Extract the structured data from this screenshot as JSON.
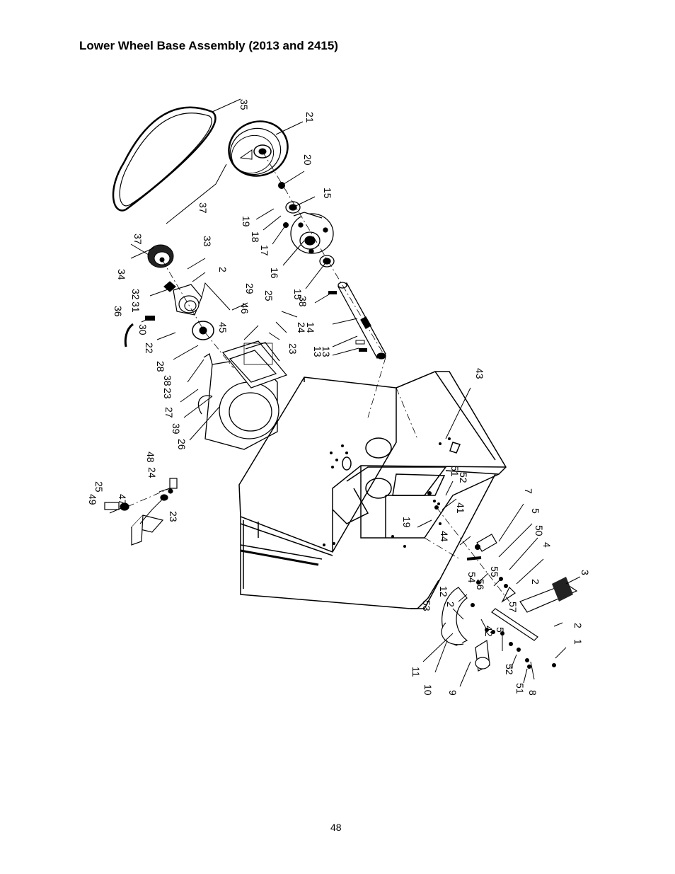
{
  "title": "Lower Wheel Base Assembly (2013 and 2415)",
  "page_number": "48",
  "callouts": {
    "c1": "1",
    "c2a": "2",
    "c2b": "2",
    "c2c": "2",
    "c2d": "2",
    "c3": "3",
    "c4": "4",
    "c5a": "5",
    "c5b": "5",
    "c7": "7",
    "c8": "8",
    "c9": "9",
    "c10": "10",
    "c11": "11",
    "c12": "12",
    "c13": "13",
    "c14": "14",
    "c15a": "15",
    "c15b": "15",
    "c16": "16",
    "c17": "17",
    "c18": "18",
    "c19a": "19",
    "c19b": "19",
    "c20": "20",
    "c21": "21",
    "c22": "22",
    "c23a": "23",
    "c23b": "23",
    "c24a": "24",
    "c24b": "24",
    "c25a": "25",
    "c25b": "25",
    "c26": "26",
    "c27": "27",
    "c28": "28",
    "c29": "29",
    "c30": "30",
    "c31": "31",
    "c32": "32",
    "c33": "33",
    "c34": "34",
    "c35": "35",
    "c36": "36",
    "c37a": "37",
    "c37b": "37",
    "c38a": "38",
    "c38b": "38",
    "c39": "39",
    "c41": "41",
    "c42": "42",
    "c43": "43",
    "c44": "44",
    "c45": "45",
    "c46": "46",
    "c47": "47",
    "c48": "48",
    "c49": "49",
    "c50": "50",
    "c51a": "51",
    "c51b": "51",
    "c52a": "52",
    "c52b": "52",
    "c53": "53",
    "c54": "54",
    "c55": "55",
    "c56": "56",
    "c57": "57"
  }
}
